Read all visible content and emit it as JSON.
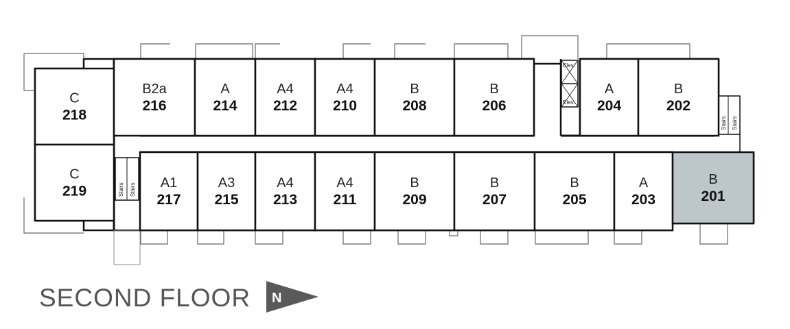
{
  "floor_title": "SECOND FLOOR",
  "compass": {
    "letter": "N",
    "icon": "north-arrow-icon"
  },
  "colors": {
    "highlight": "#bdc6cb",
    "wall": "#111111",
    "text": "#222222",
    "title": "#555555"
  },
  "highlighted_unit": "201",
  "service_labels": {
    "stairs": "Stairs",
    "elevator": "Elev."
  },
  "units": [
    {
      "number": "218",
      "type": "C"
    },
    {
      "number": "219",
      "type": "C"
    },
    {
      "number": "216",
      "type": "B2a"
    },
    {
      "number": "214",
      "type": "A"
    },
    {
      "number": "212",
      "type": "A4"
    },
    {
      "number": "210",
      "type": "A4"
    },
    {
      "number": "208",
      "type": "B"
    },
    {
      "number": "206",
      "type": "B"
    },
    {
      "number": "204",
      "type": "A"
    },
    {
      "number": "202",
      "type": "B"
    },
    {
      "number": "217",
      "type": "A1"
    },
    {
      "number": "215",
      "type": "A3"
    },
    {
      "number": "213",
      "type": "A4"
    },
    {
      "number": "211",
      "type": "A4"
    },
    {
      "number": "209",
      "type": "B"
    },
    {
      "number": "207",
      "type": "B"
    },
    {
      "number": "205",
      "type": "B"
    },
    {
      "number": "203",
      "type": "A"
    },
    {
      "number": "201",
      "type": "B"
    }
  ]
}
